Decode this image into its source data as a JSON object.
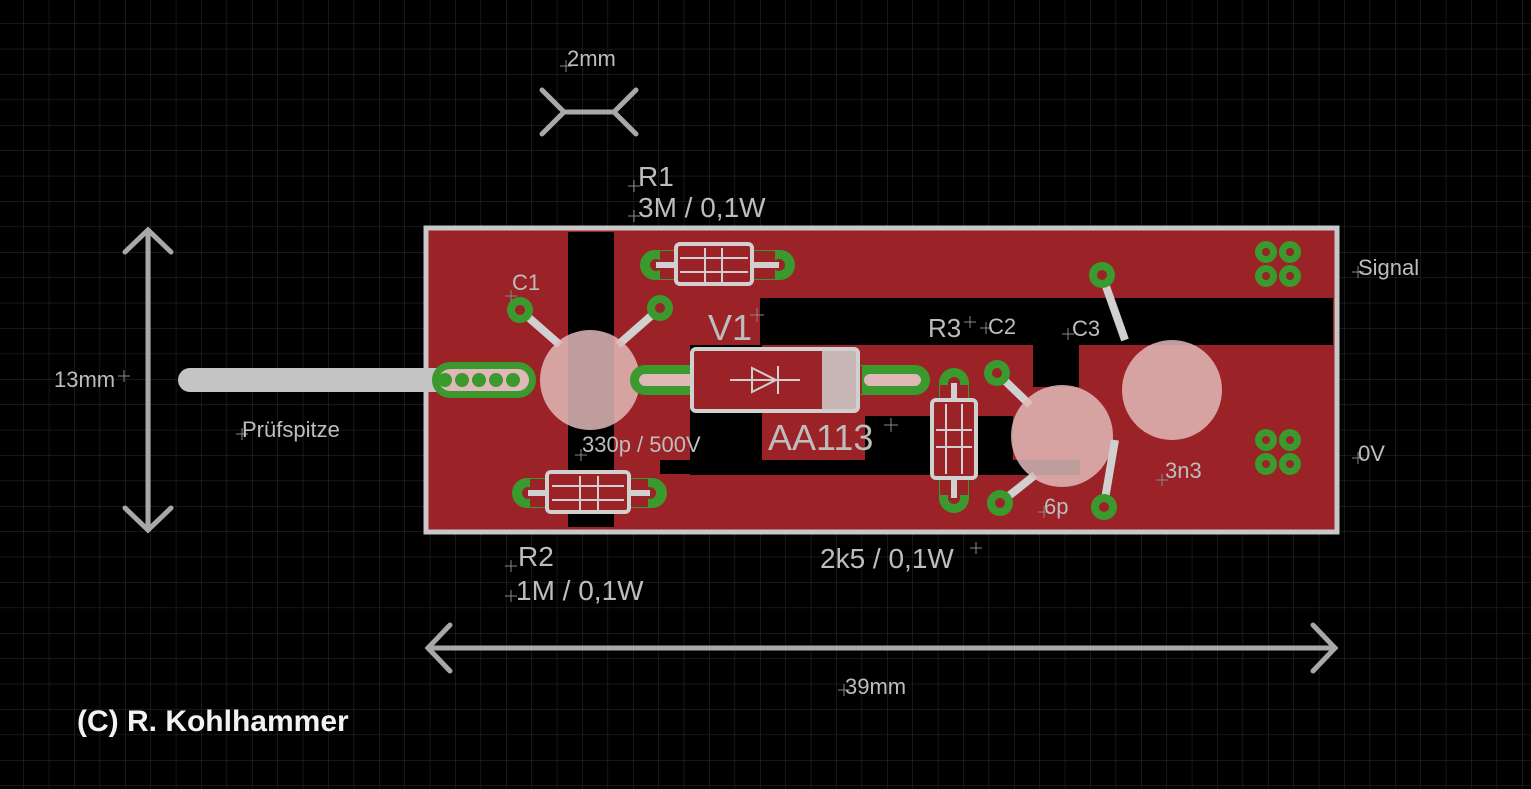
{
  "dimensions": {
    "width": "39mm",
    "height": "13mm",
    "pad_spacing": "2mm"
  },
  "components": {
    "r1": {
      "name": "R1",
      "value": "3M / 0,1W"
    },
    "r2": {
      "name": "R2",
      "value": "1M / 0,1W"
    },
    "r3": {
      "name": "R3",
      "value": "2k5 / 0,1W"
    },
    "v1": {
      "name": "V1",
      "value": "AA113"
    },
    "c1": {
      "name": "C1",
      "value": "330p / 500V"
    },
    "c2": {
      "name": "C2",
      "value": "6p"
    },
    "c3": {
      "name": "C3",
      "value": "3n3"
    }
  },
  "connectors": {
    "probe": "Prüfspitze",
    "signal": "Signal",
    "ground": "0V"
  },
  "copyright": "(C) R. Kohlhammer",
  "colors": {
    "background": "#000000",
    "grid": "#2e2e2e",
    "copper": "#9b2226",
    "pad": "#3a9a2e",
    "silkscreen": "#d0d0d0",
    "dimension": "#a8a8a8"
  }
}
